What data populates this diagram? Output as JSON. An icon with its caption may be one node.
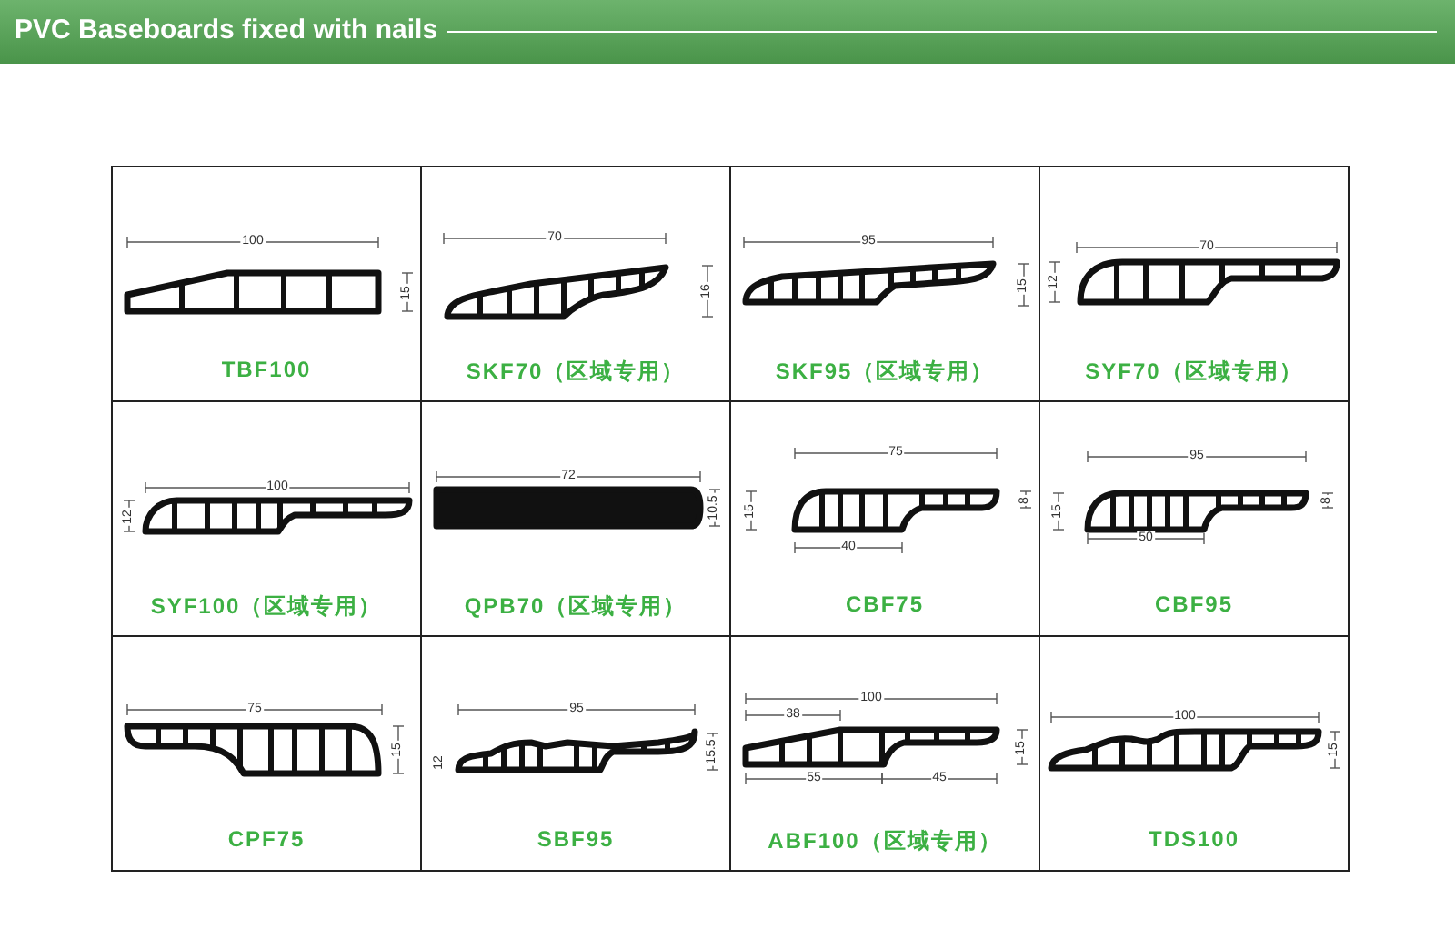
{
  "diagram": {
    "title": "PVC Baseboards fixed with nails",
    "nodes": [
      {
        "text": [
          "TBF100"
        ]
      },
      {
        "text": [
          "SKF70（区域专用）"
        ]
      },
      {
        "text": [
          "SKF95（区域专用）"
        ]
      },
      {
        "text": [
          "SYF70（区域专用）"
        ]
      },
      {
        "text": [
          "SYF100（区域专用）"
        ]
      },
      {
        "text": [
          "QPB70（区域专用）"
        ]
      },
      {
        "text": [
          "CBF75"
        ]
      },
      {
        "text": [
          "CBF95"
        ]
      },
      {
        "text": [
          "CPF75"
        ]
      },
      {
        "text": [
          "SBF95"
        ]
      },
      {
        "text": [
          "ABF100（区域专用）"
        ]
      },
      {
        "text": [
          "TDS100"
        ]
      }
    ],
    "labels": [
      "100",
      "15",
      "70",
      "16",
      "95",
      "15",
      "70",
      "12",
      "100",
      "12",
      "72",
      "10.5",
      "75",
      "15",
      "8",
      "40",
      "95",
      "15",
      "8",
      "50",
      "75",
      "15",
      "95",
      "12",
      "15.5",
      "100",
      "38",
      "15",
      "55",
      "45",
      "100",
      "15"
    ]
  }
}
